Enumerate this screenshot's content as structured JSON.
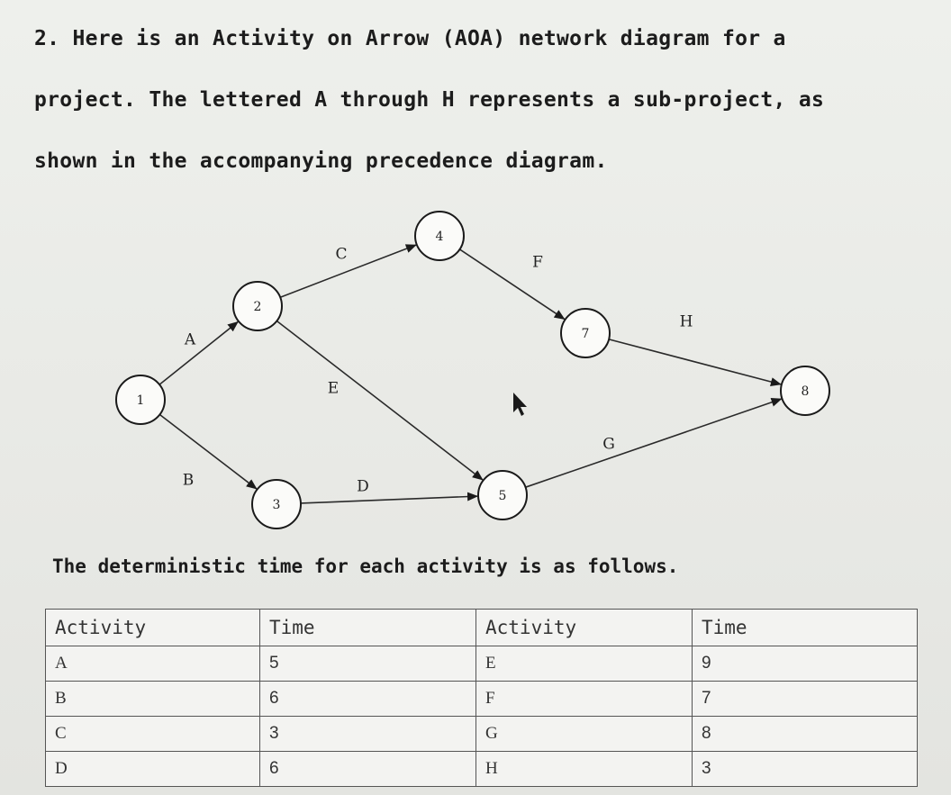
{
  "intro": {
    "line1": "2. Here is an Activity on Arrow (AOA) network diagram for a",
    "line2": "project. The lettered A through H represents a sub-project, as",
    "line3": "shown in the accompanying precedence diagram."
  },
  "diagram": {
    "nodes": [
      "1",
      "2",
      "3",
      "4",
      "5",
      "7",
      "8"
    ],
    "edges": [
      {
        "from": "1",
        "to": "2",
        "label": "A"
      },
      {
        "from": "1",
        "to": "3",
        "label": "B"
      },
      {
        "from": "2",
        "to": "4",
        "label": "C"
      },
      {
        "from": "3",
        "to": "5",
        "label": "D"
      },
      {
        "from": "2",
        "to": "5",
        "label": "E"
      },
      {
        "from": "4",
        "to": "7",
        "label": "F"
      },
      {
        "from": "5",
        "to": "8",
        "label": "G"
      },
      {
        "from": "7",
        "to": "8",
        "label": "H"
      }
    ]
  },
  "caption": "The deterministic time for each activity is as follows.",
  "table": {
    "headers": [
      "Activity",
      "Time",
      "Activity",
      "Time"
    ],
    "rows": [
      [
        "A",
        "5",
        "E",
        "9"
      ],
      [
        "B",
        "6",
        "F",
        "7"
      ],
      [
        "C",
        "3",
        "G",
        "8"
      ],
      [
        "D",
        "6",
        "H",
        "3"
      ]
    ]
  }
}
